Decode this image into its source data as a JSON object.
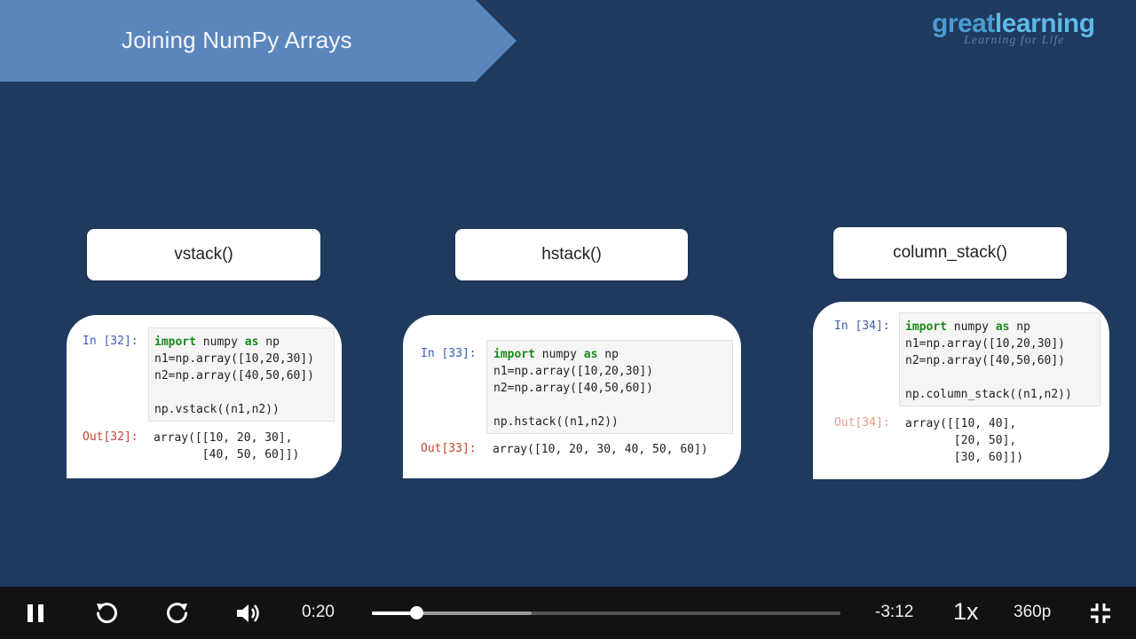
{
  "slide": {
    "title": "Joining NumPy Arrays",
    "logo": {
      "part1": "great",
      "part2": "learning",
      "tagline": "Learning for Life"
    },
    "functions": [
      {
        "label": "vstack()"
      },
      {
        "label": "hstack()"
      },
      {
        "label": "column_stack()"
      }
    ],
    "cells": [
      {
        "in_prompt": "In [32]:",
        "out_prompt": "Out[32]:",
        "line1_kw1": "import",
        "line1_mid": " numpy ",
        "line1_kw2": "as",
        "line1_end": " np",
        "line2": "n1=np.array([10,20,30])",
        "line3": "n2=np.array([40,50,60])",
        "line5": "np.vstack((n1,n2))",
        "out1": "array([[10, 20, 30],",
        "out2": "       [40, 50, 60]])"
      },
      {
        "in_prompt": "In [33]:",
        "out_prompt": "Out[33]:",
        "line1_kw1": "import",
        "line1_mid": " numpy ",
        "line1_kw2": "as",
        "line1_end": " np",
        "line2": "n1=np.array([10,20,30])",
        "line3": "n2=np.array([40,50,60])",
        "line5": "np.hstack((n1,n2))",
        "out1": "array([10, 20, 30, 40, 50, 60])"
      },
      {
        "in_prompt": "In [34]:",
        "out_prompt": "Out[34]:",
        "line1_kw1": "import",
        "line1_mid": " numpy ",
        "line1_kw2": "as",
        "line1_end": " np",
        "line2": "n1=np.array([10,20,30])",
        "line3": "n2=np.array([40,50,60])",
        "line5": "np.column_stack((n1,n2))",
        "out1": "array([[10, 40],",
        "out2": "       [20, 50],",
        "out3": "       [30, 60]])"
      }
    ]
  },
  "player": {
    "current_time": "0:20",
    "remaining_time": "-3:12",
    "speed": "1x",
    "quality": "360p",
    "progress_fraction": 0.095,
    "buffered_fraction": 0.34,
    "icons": [
      "pause-icon",
      "replay-icon",
      "forward-icon",
      "volume-icon",
      "exit-fullscreen-icon"
    ]
  },
  "colors": {
    "slide_bg": "#1f3a5e",
    "banner": "#5b86bd",
    "controls_bg": "#121212"
  }
}
